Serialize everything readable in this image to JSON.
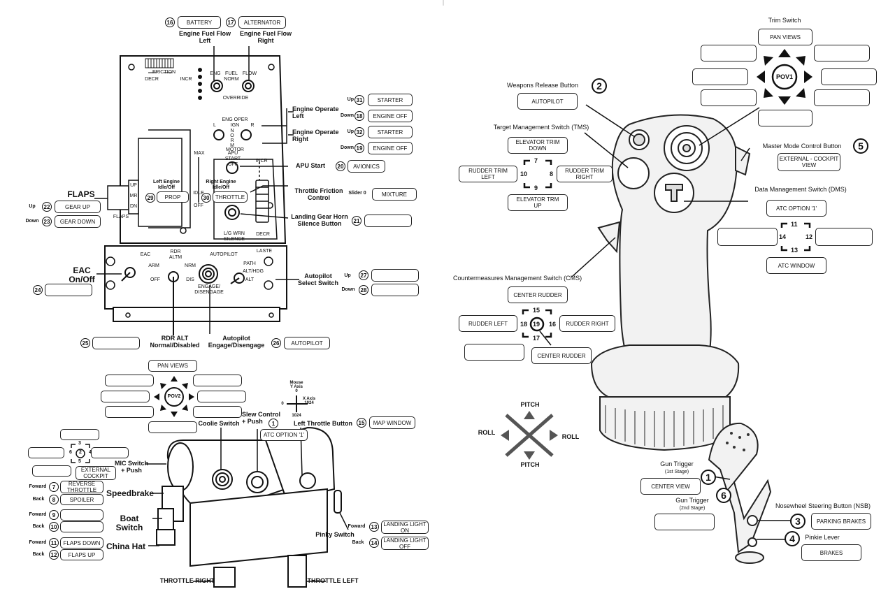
{
  "throttle_panel": {
    "battery": {
      "num": "16",
      "label": "BATTERY"
    },
    "alternator": {
      "num": "17",
      "label": "ALTERNATOR"
    },
    "fuel_flow_left": "Engine Fuel Flow\nLeft",
    "fuel_flow_right": "Engine Fuel Flow\nRight",
    "friction": "FRICTION",
    "decr": "DECR",
    "incr": "INCR",
    "eng": "ENG",
    "fuel_norm": "FUEL\nNORM",
    "flow": "FLOW",
    "override": "OVERRIDE",
    "eng_oper": "ENG OPER",
    "ign": "IGN",
    "motor": "MOTOR",
    "l": "L",
    "r": "R",
    "norm_vertical": "N\nO\nR\nM",
    "max": "MAX",
    "idle": "IDLE",
    "off": "OFF",
    "apu_start_off": "APU\nSTART\nOFF",
    "incr2": "INCR",
    "decr2": "DECR",
    "up": "UP",
    "mr": "MR",
    "dn": "DN",
    "flaps_small": "FLAPS",
    "lg_wrn": "L/G       WRN",
    "silence": "SILENCE",
    "engine_operate_left": "Engine Operate\nLeft",
    "engine_operate_right": "Engine Operate\nRight",
    "starter_left": {
      "dir": "Up",
      "num": "31",
      "label": "STARTER"
    },
    "engine_off_left": {
      "dir": "Down",
      "num": "18",
      "label": "ENGINE OFF"
    },
    "starter_right": {
      "dir": "Up",
      "num": "32",
      "label": "STARTER"
    },
    "engine_off_right": {
      "dir": "Down",
      "num": "19",
      "label": "ENGINE OFF"
    },
    "apu_start": "APU Start",
    "avionics": {
      "num": "20",
      "label": "AVIONICS"
    },
    "left_engine_idle": "Left Engine\nIdle/Off",
    "prop": {
      "num": "29",
      "label": "PROP"
    },
    "right_engine_idle": "Right Engine\nIdle/Off",
    "throttle": {
      "num": "30",
      "label": "THROTTLE"
    },
    "throttle_friction": "Throttle Friction\nControl",
    "slider": "Slider 0",
    "mixture": "MIXTURE",
    "flaps": "FLAPS",
    "gear_up": {
      "dir": "Up",
      "num": "22",
      "label": "GEAR UP"
    },
    "gear_down": {
      "dir": "Down",
      "num": "23",
      "label": "GEAR DOWN"
    },
    "landing_gear_horn": "Landing Gear Horn\nSilence Button",
    "horn_num": "21",
    "eac": "EAC",
    "arm": "ARM",
    "rdr_altm": "RDR\nALTM",
    "nrm": "NRM",
    "dis": "DIS",
    "off2": "OFF",
    "autopilot_hdr": "AUTOPILOT",
    "laste": "LASTE",
    "path": "PATH",
    "alt_hdg": "ALT/HDG",
    "alt": "ALT",
    "engage_dis": "ENGAGE/\nDISENGAGE",
    "eac_onoff": "EAC\nOn/Off",
    "eac_num": "24",
    "autopilot_select": "Autopilot\nSelect Switch",
    "ap_up": {
      "dir": "Up",
      "num": "27"
    },
    "ap_down": {
      "dir": "Down",
      "num": "28"
    },
    "rdr_alt": "RDR ALT\nNormal/Disabled",
    "rdr_num": "25",
    "autopilot_engage": "Autopilot\nEngage/Disengage",
    "autopilot_box": {
      "num": "26",
      "label": "AUTOPILOT"
    }
  },
  "throttle_grip": {
    "pan_views": "PAN VIEWS",
    "pov2": "POV2",
    "mouse_axis": "Mouse\nY Axis\n0",
    "x_axis": "X Axis\n1024",
    "axis_zero": "0",
    "axis_1024": "1024",
    "coolie_switch": "Coolie Switch",
    "slew_control": "Slew Control\n+ Push",
    "slew_num": "1",
    "left_throttle_button": "Left Throttle Button",
    "ltb_num": "15",
    "map_window": "MAP WINDOW",
    "atc_option_1": "ATC OPTION '1'",
    "mic_nums": [
      "3",
      "6",
      "2",
      "4",
      "5"
    ],
    "external_cockpit": "EXTERNAL\nCOCKPIT",
    "mic_switch": "MIC Switch\n+ Push",
    "speedbrake": "Speedbrake",
    "reverse_throttle": {
      "dir": "Foward",
      "num": "7",
      "label": "REVERSE\nTHROTTLE"
    },
    "spoiler": {
      "dir": "Back",
      "num": "8",
      "label": "SPOILER"
    },
    "boat_switch": "Boat Switch",
    "boat_fwd": {
      "dir": "Foward",
      "num": "9"
    },
    "boat_back": {
      "dir": "Back",
      "num": "10"
    },
    "china_hat": "China Hat",
    "flaps_down": {
      "dir": "Foward",
      "num": "11",
      "label": "FLAPS DOWN"
    },
    "flaps_up": {
      "dir": "Back",
      "num": "12",
      "label": "FLAPS UP"
    },
    "pinky_switch": "Pinky Switch",
    "landing_light_on": {
      "dir": "Foward",
      "num": "13",
      "label": "LANDING LIGHT\nON"
    },
    "landing_light_off": {
      "dir": "Back",
      "num": "14",
      "label": "LANDING LIGHT\nOFF"
    },
    "throttle_right": "THROTTLE RIGHT",
    "throttle_left": "THROTTLE LEFT"
  },
  "joystick": {
    "trim_switch": "Trim Switch",
    "pan_views": "PAN VIEWS",
    "pov1": "POV1",
    "weapons_release": "Weapons Release Button",
    "weapons_num": "2",
    "autopilot": "AUTOPILOT",
    "tms": "Target Management Switch (TMS)",
    "elevator_trim_down": "ELEVATOR TRIM\nDOWN",
    "rudder_trim_left": "RUDDER TRIM\nLEFT",
    "rudder_trim_right": "RUDDER TRIM\nRIGHT",
    "elevator_trim_up": "ELEVATOR TRM\nUP",
    "tms_nums": [
      "7",
      "10",
      "8",
      "9"
    ],
    "master_mode": "Master Mode Control Button",
    "master_num": "5",
    "external_cockpit_view": "EXTERNAL - COCKPIT\nVIEW",
    "dms": "Data Management Switch (DMS)",
    "atc_option_1": "ATC OPTION '1'",
    "dms_nums": [
      "11",
      "14",
      "12",
      "13"
    ],
    "atc_window": "ATC WINDOW",
    "cms": "Countermeasures Management Switch (CMS)",
    "center_rudder_top": "CENTER RUDDER",
    "rudder_left": "RUDDER LEFT",
    "rudder_right": "RUDDER RIGHT",
    "center_rudder_bottom": "CENTER RUDDER",
    "cms_nums": [
      "15",
      "18",
      "19",
      "16",
      "17"
    ],
    "pitch": "PITCH",
    "roll": "ROLL",
    "gun_trigger_1": "Gun Trigger",
    "gun_trigger_1_stage": "(1st Stage)",
    "gun_num_1": "1",
    "center_view": "CENTER VIEW",
    "gun_trigger_2": "Gun Trigger",
    "gun_trigger_2_stage": "(2nd Stage)",
    "gun_num_2": "6",
    "nsb": "Nosewheel Steering Button (NSB)",
    "nsb_num": "3",
    "parking_brakes": "PARKING BRAKES",
    "pinkie_lever": "Pinkie Lever",
    "pinkie_num": "4",
    "brakes": "BRAKES"
  }
}
